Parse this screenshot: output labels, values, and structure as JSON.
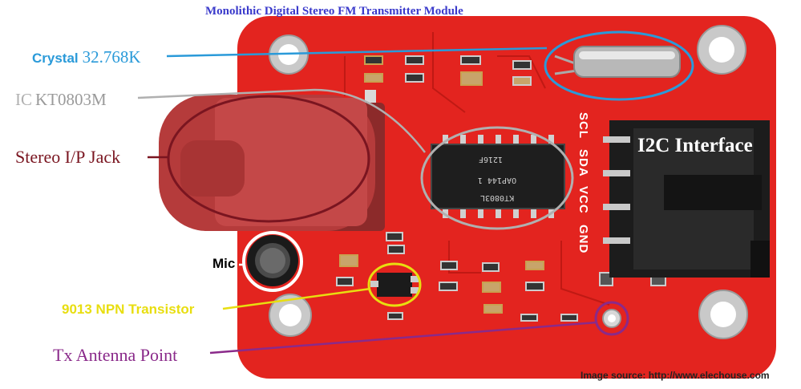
{
  "title": "Monolithic Digital Stereo FM Transmitter Module",
  "labels": {
    "crystal_name": "Crystal",
    "crystal_value": "32.768K",
    "ic_name": "IC",
    "ic_value": "KT0803M",
    "jack": "Stereo I/P Jack",
    "mic": "Mic",
    "transistor": "9013 NPN Transistor",
    "antenna": "Tx Antenna Point",
    "i2c": "I2C Interface"
  },
  "pins": [
    "SCL",
    "SDA",
    "VCC",
    "GND"
  ],
  "chip_markings": [
    "KT0803L",
    "OAP144 1",
    "1216F"
  ],
  "source": "Image source: http://www.elechouse.com",
  "colors": {
    "board": "#e3241f",
    "crystal": "#2a9ad9",
    "ic": "#b0b0b0",
    "jack": "#7a1520",
    "mic_ring": "#ffffff",
    "transistor": "#e8de10",
    "antenna": "#8a2a8a",
    "title": "#3a3acb"
  }
}
